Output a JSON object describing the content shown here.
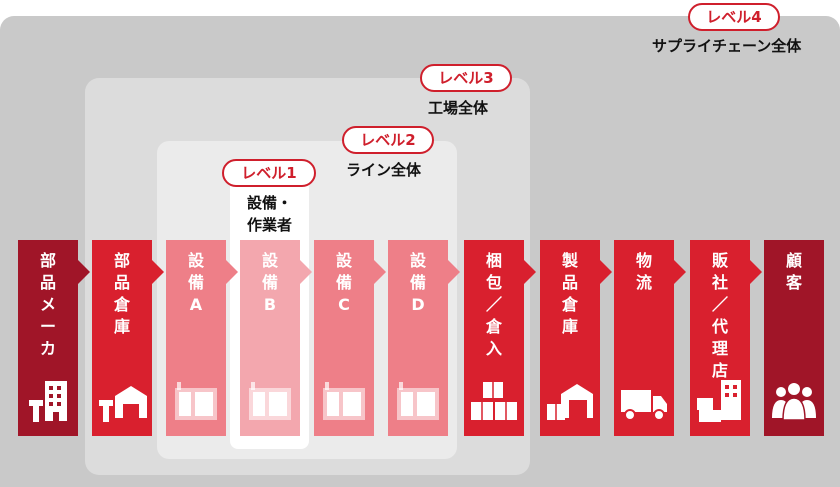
{
  "scopes": {
    "level4": {
      "badge": "レベル4",
      "label": "サプライチェーン全体"
    },
    "level3": {
      "badge": "レベル3",
      "label": "工場全体"
    },
    "level2": {
      "badge": "レベル2",
      "label": "ライン全体"
    },
    "level1": {
      "badge": "レベル1",
      "label_line1": "設備・",
      "label_line2": "作業者"
    }
  },
  "steps": [
    {
      "lines": [
        "部",
        "品",
        "メ",
        "ー",
        "カ"
      ],
      "icon": "factory-with-bolt-icon",
      "color": "#a01528"
    },
    {
      "lines": [
        "部",
        "品",
        "倉",
        "庫"
      ],
      "icon": "warehouse-with-bolt-icon",
      "color": "#d9202e"
    },
    {
      "lines": [
        "設",
        "備",
        "A"
      ],
      "icon": "machine-icon",
      "color": "#ee7f88"
    },
    {
      "lines": [
        "設",
        "備",
        "B"
      ],
      "icon": "machine-icon",
      "color": "#f3a7ae"
    },
    {
      "lines": [
        "設",
        "備",
        "C"
      ],
      "icon": "machine-icon",
      "color": "#ee7f88"
    },
    {
      "lines": [
        "設",
        "備",
        "D"
      ],
      "icon": "machine-icon",
      "color": "#ee7f88"
    },
    {
      "lines": [
        "梱",
        "包",
        "／",
        "倉",
        "入"
      ],
      "icon": "boxes-icon",
      "color": "#d9202e"
    },
    {
      "lines": [
        "製",
        "品",
        "倉",
        "庫"
      ],
      "icon": "warehouse-boxes-icon",
      "color": "#d9202e"
    },
    {
      "lines": [
        "物",
        "流"
      ],
      "icon": "truck-icon",
      "color": "#d9202e"
    },
    {
      "lines": [
        "販",
        "社",
        "／",
        "代",
        "理",
        "店"
      ],
      "icon": "store-boxes-icon",
      "color": "#d9202e"
    },
    {
      "lines": [
        "顧",
        "客"
      ],
      "icon": "people-icon",
      "color": "#a01528"
    }
  ]
}
